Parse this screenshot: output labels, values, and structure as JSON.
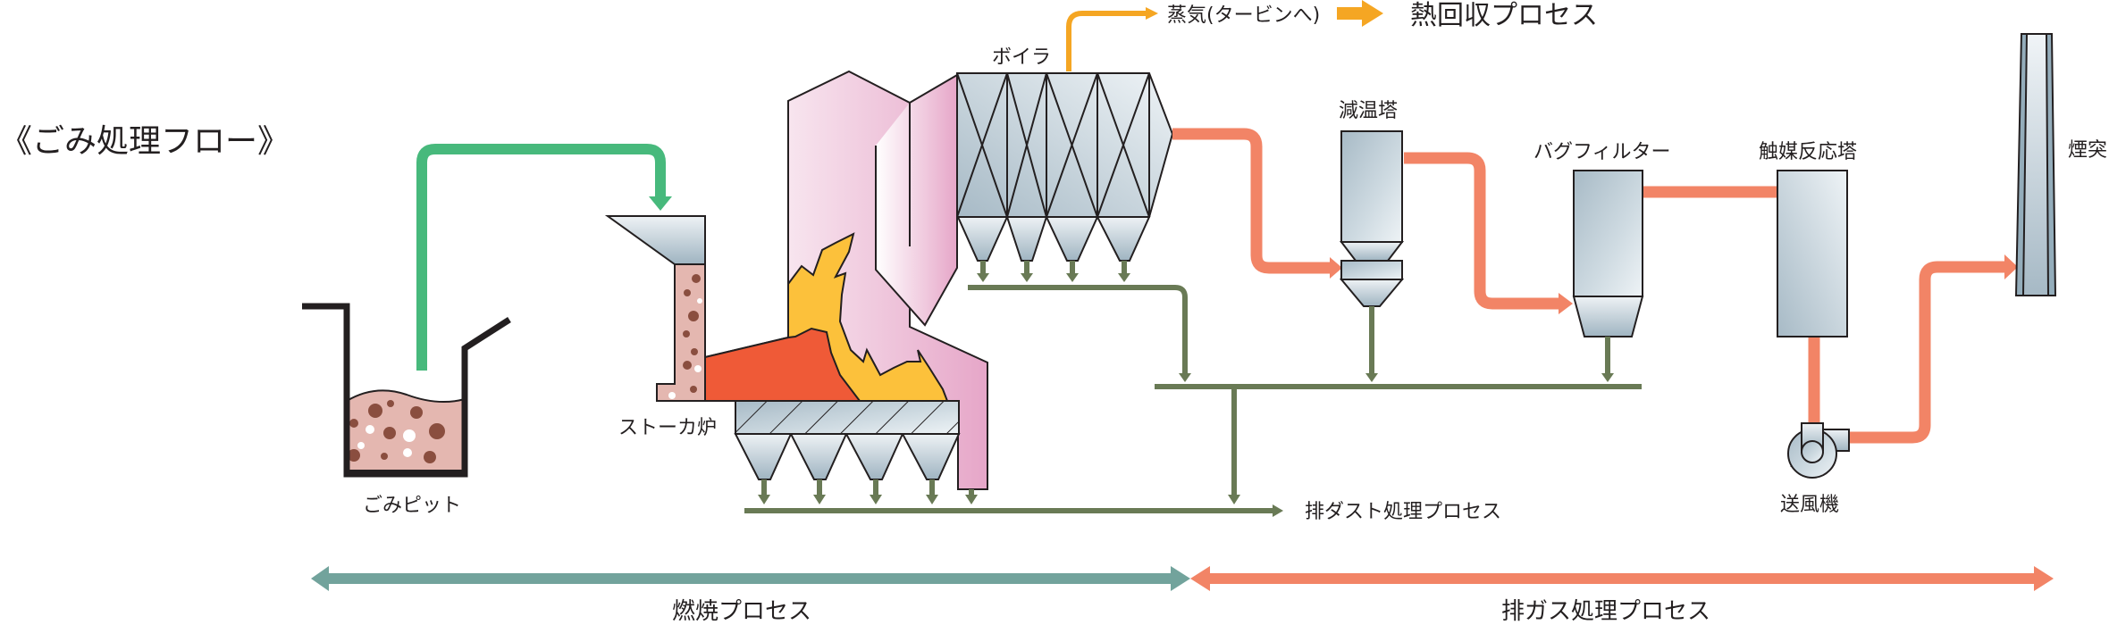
{
  "title": "《ごみ処理フロー》",
  "labels": {
    "garbage_pit": "ごみピット",
    "stoker_furnace": "ストーカ炉",
    "boiler": "ボイラ",
    "steam": "蒸気(タービンへ)",
    "heat_recovery": "熱回収プロセス",
    "cooling_tower": "減温塔",
    "bag_filter": "バグフィルター",
    "catalyst_tower": "触媒反応塔",
    "chimney": "煙突",
    "blower": "送風機",
    "dust_process": "排ダスト処理プロセス"
  },
  "processes": {
    "combustion": "燃焼プロセス",
    "exhaust_gas": "排ガス処理プロセス"
  },
  "colors": {
    "garbage_flow": "#47b97c",
    "steam_flow": "#f5a623",
    "gas_flow": "#f28466",
    "dust_flow": "#697a55",
    "combustion_band": "#72a39c",
    "exhaust_band": "#f28466",
    "furnace_pink": "#e9aacb",
    "fire_red": "#ef5a37",
    "fire_yellow": "#fcc13b",
    "waste_pink": "#e4b7b0",
    "waste_dot": "#8a4e3f",
    "equipment_grey": "#b5c5cf"
  }
}
